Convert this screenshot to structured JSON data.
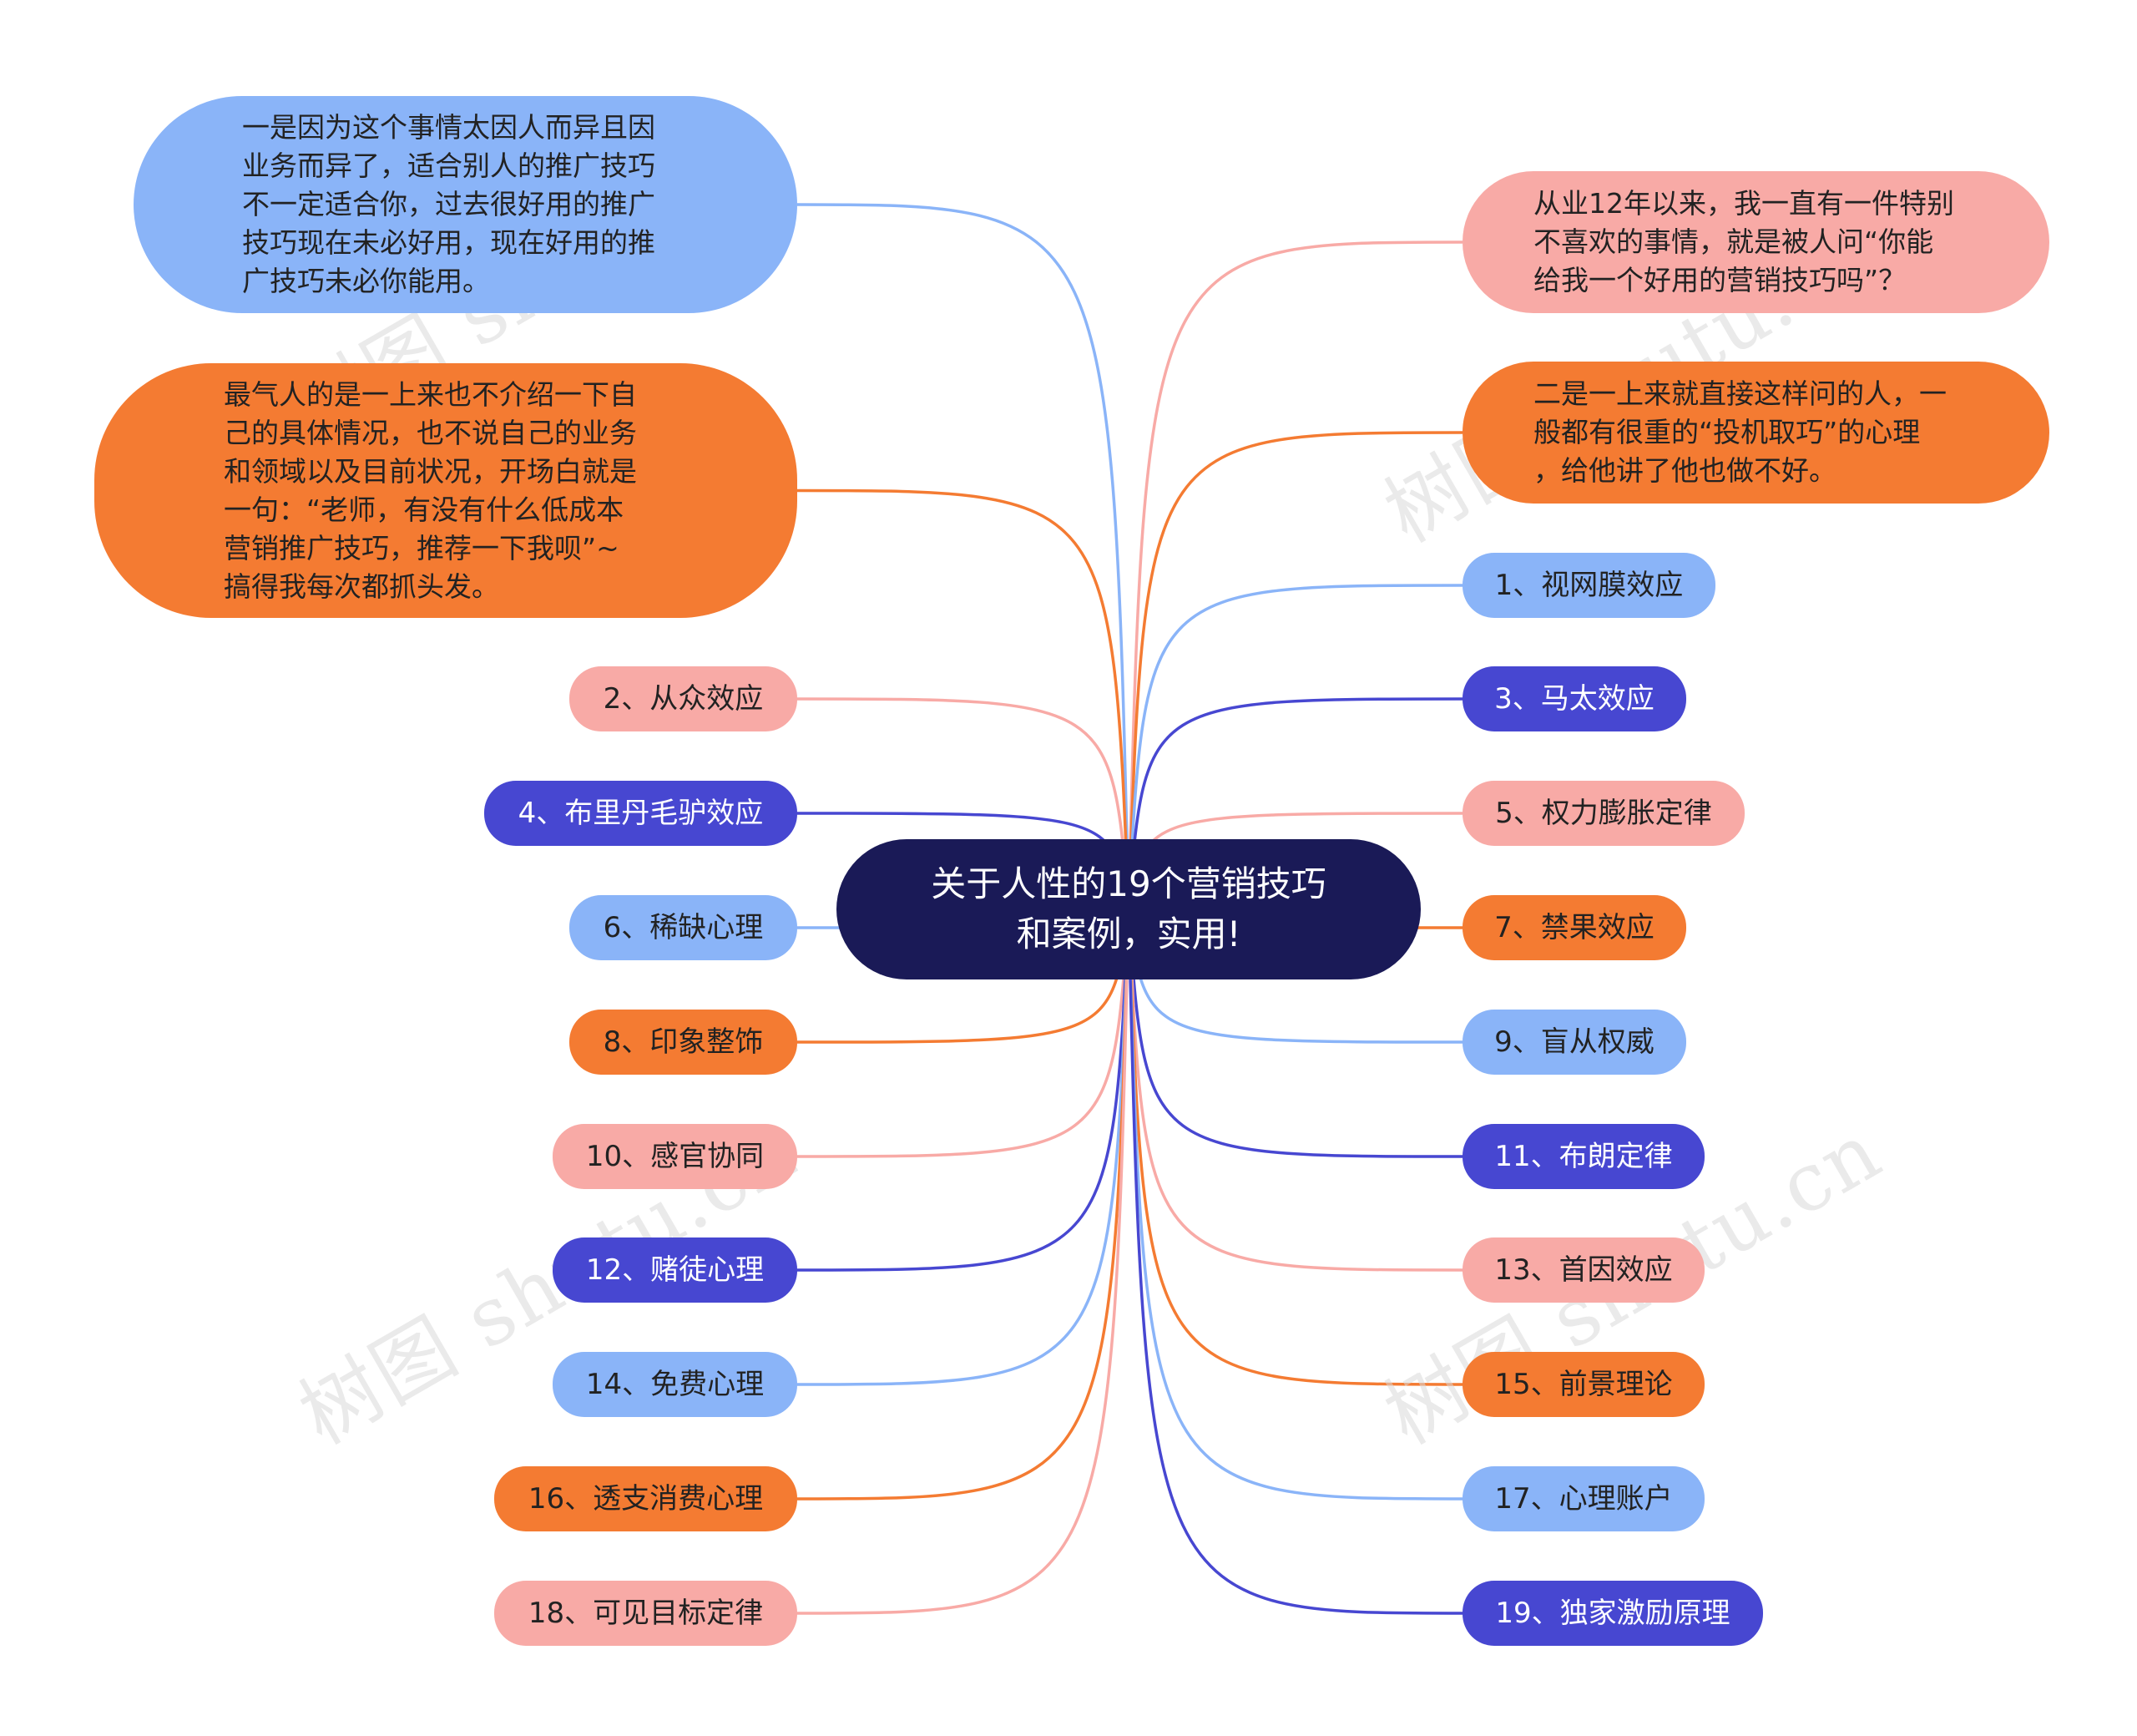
{
  "central_topic": "关于人性的19个营销技巧\n和案例，实用!",
  "left": {
    "para_1": "一是因为这个事情太因人而异且因\n业务而异了，适合别人的推广技巧\n不一定适合你，过去很好用的推广\n技巧现在未必好用，现在好用的推\n广技巧未必你能用。",
    "para_2": "最气人的是一上来也不介绍一下自\n己的具体情况，也不说自己的业务\n和领域以及目前状况，开场白就是\n一句：“老师，有没有什么低成本\n营销推广技巧，推荐一下我呗”~\n搞得我每次都抓头发。",
    "items": [
      "2、从众效应",
      "4、布里丹毛驴效应",
      "6、稀缺心理",
      "8、印象整饰",
      "10、感官协同",
      "12、赌徒心理",
      "14、免费心理",
      "16、透支消费心理",
      "18、可见目标定律"
    ]
  },
  "right": {
    "para_1": "从业12年以来，我一直有一件特别\n不喜欢的事情，就是被人问“你能\n给我一个好用的营销技巧吗”？",
    "para_2": "二是一上来就直接这样问的人，一\n般都有很重的“投机取巧”的心理\n，给他讲了他也做不好。",
    "items": [
      "1、视网膜效应",
      "3、马太效应",
      "5、权力膨胀定律",
      "7、禁果效应",
      "9、盲从权威",
      "11、布朗定律",
      "13、首因效应",
      "15、前景理论",
      "17、心理账户",
      "19、独家激励原理"
    ]
  },
  "watermark": "树图 shutu.cn",
  "colors": {
    "light_blue": "#8ab4f8",
    "pink": "#f8aaa6",
    "orange": "#f47b32",
    "indigo": "#4747d1",
    "center": "#1a1a57"
  }
}
